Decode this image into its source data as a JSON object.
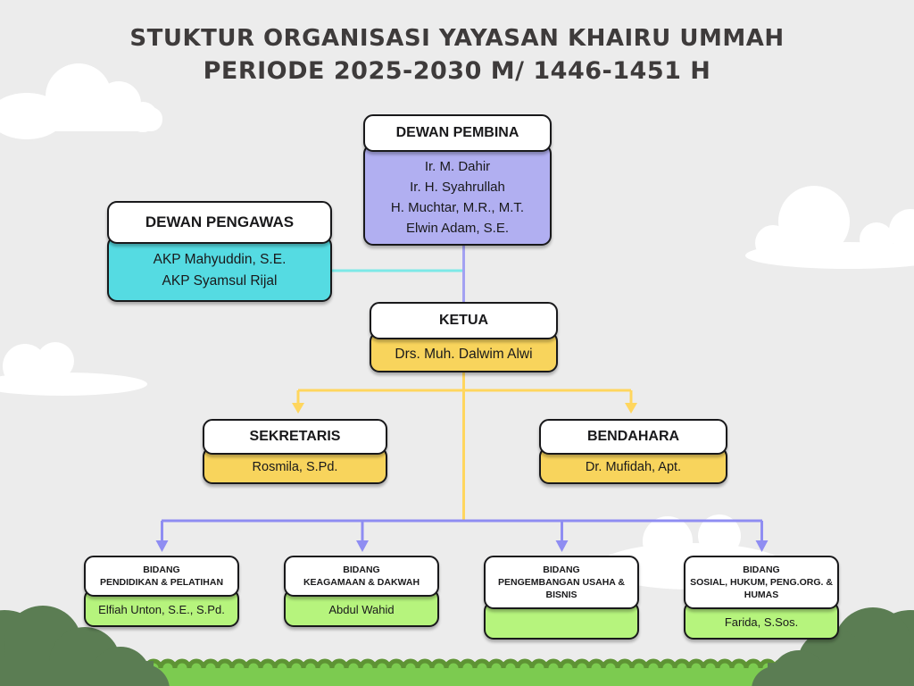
{
  "title": {
    "line1": "STUKTUR ORGANISASI YAYASAN KHAIRU UMMAH",
    "line2": "PERIODE 2025-2030 M/ 1446-1451 H"
  },
  "nodes": {
    "dewan_pembina": {
      "label": "DEWAN PEMBINA",
      "members": [
        "Ir. M. Dahir",
        "Ir. H. Syahrullah",
        "H. Muchtar, M.R., M.T.",
        "Elwin Adam, S.E."
      ]
    },
    "dewan_pengawas": {
      "label": "DEWAN PENGAWAS",
      "members": [
        "AKP Mahyuddin, S.E.",
        "AKP Syamsul Rijal"
      ]
    },
    "ketua": {
      "label": "KETUA",
      "members": [
        "Drs. Muh. Dalwim Alwi"
      ]
    },
    "sekretaris": {
      "label": "SEKRETARIS",
      "members": [
        "Rosmila, S.Pd."
      ]
    },
    "bendahara": {
      "label": "BENDAHARA",
      "members": [
        "Dr. Mufidah, Apt."
      ]
    },
    "bidang_pendidikan": {
      "label_top": "BIDANG",
      "label_rest": "PENDIDIKAN & PELATIHAN",
      "members": [
        "Elfiah Unton, S.E., S.Pd."
      ]
    },
    "bidang_keagamaan": {
      "label_top": "BIDANG",
      "label_rest": "KEAGAMAAN & DAKWAH",
      "members": [
        "Abdul Wahid"
      ]
    },
    "bidang_usaha": {
      "label_top": "BIDANG",
      "label_rest": "PENGEMBANGAN USAHA & BISNIS",
      "members": []
    },
    "bidang_sosial": {
      "label_top": "BIDANG",
      "label_rest": "SOSIAL, HUKUM, PENG.ORG. & HUMAS",
      "members": [
        "Farida, S.Sos."
      ]
    }
  },
  "palette": {
    "pembina_fill": "#b1aff1",
    "pengawas_fill": "#55dbe2",
    "ketua_fill": "#f8d45c",
    "sekretaris_fill": "#f8d45c",
    "bendahara_fill": "#f8d45c",
    "bidang_fill": "#b6f47d",
    "line_yellow": "#ffd65e",
    "line_purple": "#8f8df2",
    "line_cyan": "#7de9e7",
    "grass": "#7ccb50",
    "grass_edge": "#5e9434",
    "bush": "#5b7d53",
    "background": "#ececec",
    "title_color": "#3e3b3b"
  }
}
